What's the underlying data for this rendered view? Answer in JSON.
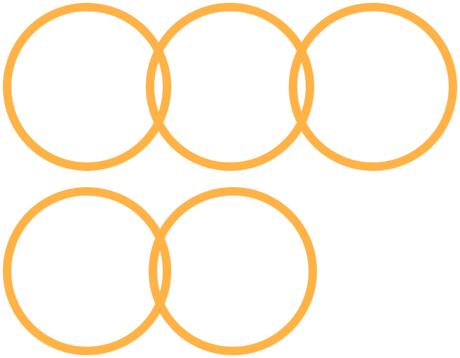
{
  "style": {
    "ring_color": "#FFB347",
    "background": "#FFFFFF"
  },
  "rings": [
    {
      "id": "ring-1",
      "row": 1,
      "col": 1
    },
    {
      "id": "ring-2",
      "row": 1,
      "col": 2
    },
    {
      "id": "ring-3",
      "row": 1,
      "col": 3
    },
    {
      "id": "ring-4",
      "row": 2,
      "col": 1
    },
    {
      "id": "ring-5",
      "row": 2,
      "col": 2
    }
  ]
}
